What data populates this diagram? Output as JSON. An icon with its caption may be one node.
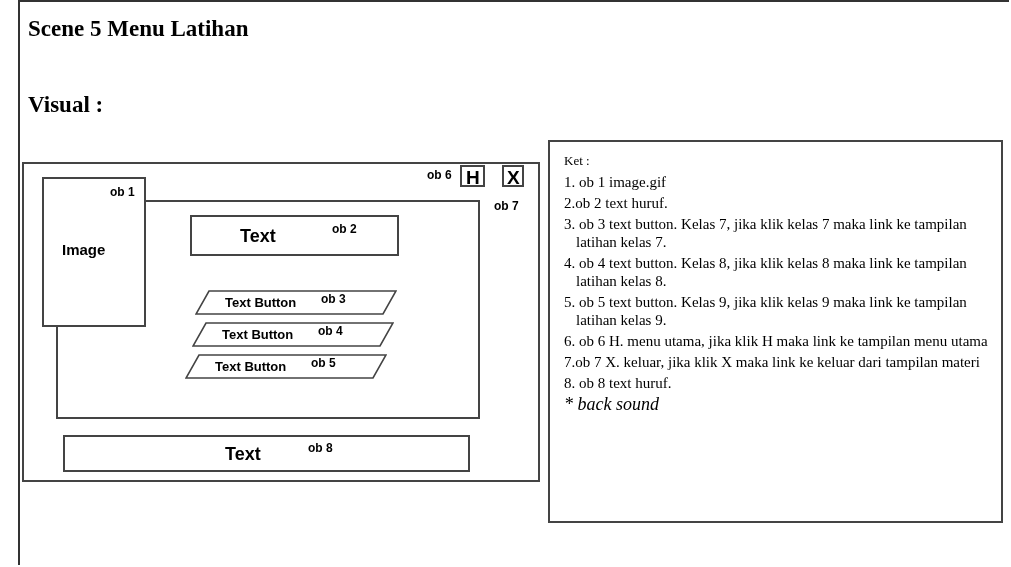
{
  "diagram": {
    "title": "Scene 5 Menu Latihan",
    "nodes": [
      {
        "text": [],
        "shape": "box"
      },
      {
        "text": [
          "Image",
          "ob 1"
        ],
        "in": 0
      },
      {
        "text": [],
        "shape": "box",
        "in": 0
      },
      {
        "text": [
          "Text",
          "ob 2"
        ],
        "in": 2
      },
      {
        "text": [
          "Text Button",
          "ob 3"
        ],
        "in": 2
      },
      {
        "text": [
          "Text Button",
          "ob 4"
        ],
        "in": 2
      },
      {
        "text": [
          "Text Button",
          "ob 5"
        ],
        "in": 2
      },
      {
        "text": [
          "H"
        ],
        "beside": [
          "ob 6"
        ],
        "in": 0
      },
      {
        "text": [
          "X"
        ],
        "beside": [
          "ob 7"
        ],
        "in": 0
      },
      {
        "text": [
          "Text",
          "ob 8"
        ],
        "in": 0
      },
      {
        "text": [
          "Ket :",
          "1. ob 1 image.gif",
          "2.ob 2 text huruf.",
          "3. ob 3 text button. Kelas 7, jika klik kelas 7 maka link ke tampilan latihan kelas 7.",
          "4. ob 4 text button. Kelas 8, jika klik kelas 8 maka link ke tampilan latihan kelas 8.",
          "5. ob 5 text button. Kelas 9, jika klik kelas 9 maka link ke tampilan latihan kelas 9.",
          "6. ob 6 H. menu utama, jika klik H maka link ke tampilan menu utama",
          "7.ob 7 X. keluar, jika klik X maka link ke keluar dari tampilan materi",
          "8. ob 8 text huruf.",
          "* back sound"
        ]
      }
    ],
    "edges": [],
    "labels": [
      "Visual :"
    ]
  }
}
